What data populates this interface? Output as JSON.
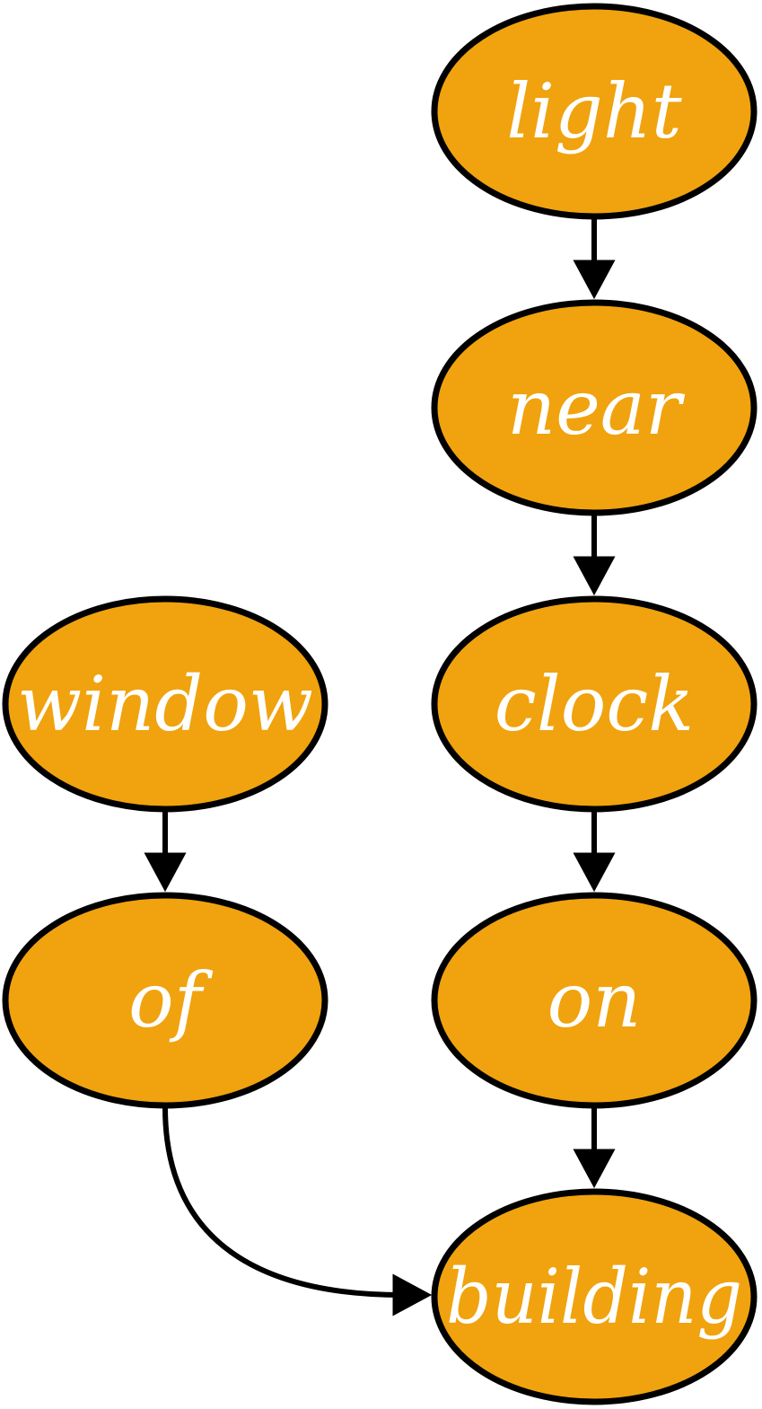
{
  "colors": {
    "node_fill": "#F0A30E",
    "node_stroke": "#000000",
    "label_color": "#FFFFFF",
    "edge_color": "#000000"
  },
  "nodes": [
    {
      "id": "light",
      "label": "light"
    },
    {
      "id": "near",
      "label": "near"
    },
    {
      "id": "clock",
      "label": "clock"
    },
    {
      "id": "on",
      "label": "on"
    },
    {
      "id": "building",
      "label": "building"
    },
    {
      "id": "window",
      "label": "window"
    },
    {
      "id": "of",
      "label": "of"
    }
  ],
  "edges": [
    {
      "from": "light",
      "to": "near"
    },
    {
      "from": "near",
      "to": "clock"
    },
    {
      "from": "clock",
      "to": "on"
    },
    {
      "from": "on",
      "to": "building"
    },
    {
      "from": "window",
      "to": "of"
    },
    {
      "from": "of",
      "to": "building"
    }
  ]
}
